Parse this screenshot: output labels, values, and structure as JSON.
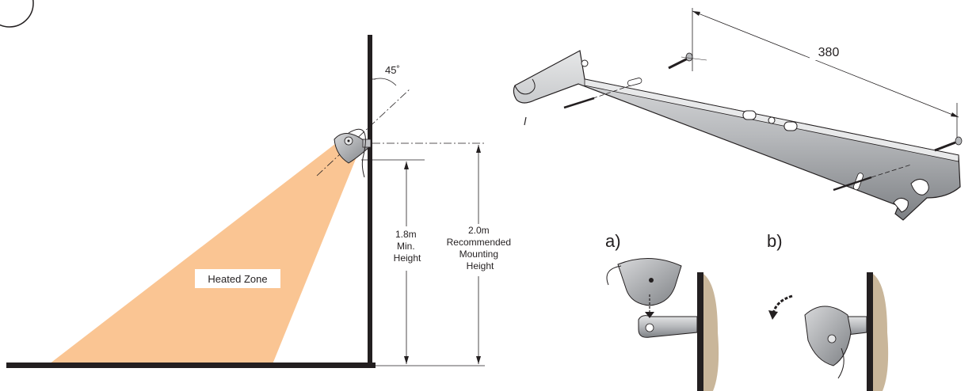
{
  "left_diagram": {
    "angle_label": "45˚",
    "zone_label": "Heated Zone",
    "min_height": {
      "value": "1.8m",
      "line1": "Min.",
      "line2": "Height"
    },
    "rec_height": {
      "value": "2.0m",
      "line1": "Recommended",
      "line2": "Mounting",
      "line3": "Height"
    }
  },
  "bracket": {
    "dimension_label": "380"
  },
  "steps": {
    "a_label": "a)",
    "b_label": "b)"
  },
  "colors": {
    "heated_zone": "#fac593",
    "wall": "#231f20",
    "metal": "#b7b9bc",
    "wall_surface": "#c9b69a"
  }
}
